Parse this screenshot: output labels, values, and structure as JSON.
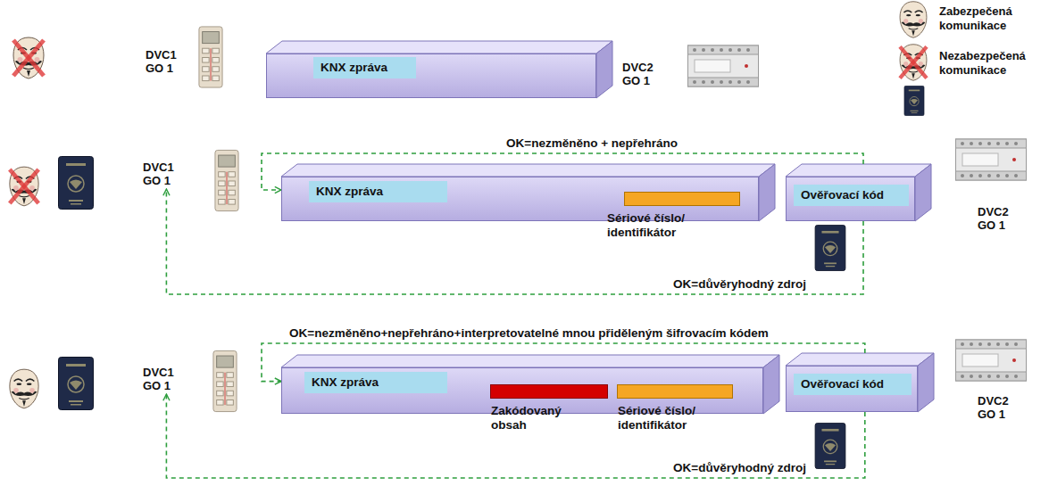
{
  "diagram": {
    "nodes": [
      {
        "text": [
          "DVC1 GO 1"
        ]
      },
      {
        "text": [
          "KNX zpráva"
        ]
      },
      {
        "text": [
          "DVC2 GO 1"
        ]
      },
      {
        "text": [
          "DVC1 GO 1"
        ]
      },
      {
        "text": [
          "KNX zpráva"
        ]
      },
      {
        "text": [
          "Sériové číslo/ identifikátor"
        ],
        "in": 4
      },
      {
        "text": [
          "Ověřovací kód"
        ]
      },
      {
        "text": [
          "DVC2 GO 1"
        ]
      },
      {
        "text": [
          "DVC1 GO 1"
        ]
      },
      {
        "text": [
          "KNX zpráva"
        ]
      },
      {
        "text": [
          "Zakódovaný obsah"
        ],
        "in": 9
      },
      {
        "text": [
          "Sériové číslo/ identifikátor"
        ],
        "in": 9
      },
      {
        "text": [
          "Ověřovací kód"
        ]
      },
      {
        "text": [
          "DVC2 GO 1"
        ]
      }
    ],
    "edges": [
      {
        "from": 6,
        "to": 4,
        "arrow": "to",
        "label": "OK=nezměněno + nepřehráno"
      },
      {
        "from": 6,
        "to": 3,
        "arrow": "to",
        "label": "OK=důvěryhodný zdroj"
      },
      {
        "from": 12,
        "to": 9,
        "arrow": "to",
        "label": "OK=nezměněno+nepřehráno+interpretovatelné mnou přiděleným šifrovacím kódem"
      },
      {
        "from": 12,
        "to": 8,
        "arrow": "to",
        "label": "OK=důvěryhodný zdroj"
      }
    ],
    "legend": [
      {
        "text": "Zabezpečená komunikace"
      },
      {
        "text": "Nezabezpečená komunikace"
      }
    ]
  }
}
